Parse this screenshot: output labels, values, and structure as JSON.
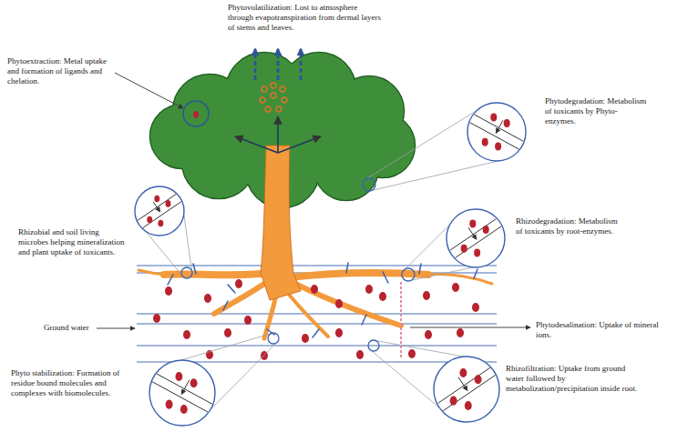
{
  "diagram": {
    "labels": [
      "Phytovolatilization: Lost to atmosphere through evapotranspiration from dermal layers of stems and leaves.",
      "Phytoextraction: Metal uptake and formation of ligands and chelation.",
      "Phytodegradation: Metabolism of toxicants by Phyto-enzymes.",
      "Rhizobial and soil living microbes helping mineralization and plant uptake of toxicants.",
      "Rhizodegradation: Metabolism of toxicants by root-enzymes.",
      "Ground water",
      "Phytodesalination: Uptake of mineral ions.",
      "Phyto stabilization: Formation of residue bound molecules and complexes with biomolecules.",
      "Rhizofiltration: Uptake from ground water followed by metabolization/precipitation inside root."
    ]
  }
}
